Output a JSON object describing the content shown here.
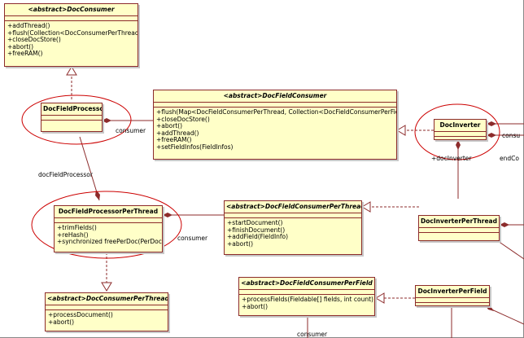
{
  "classes": {
    "doc_consumer": {
      "title": "<abstract>DocConsumer",
      "ops": [
        "+addThread()",
        "+flush(Collection<DocConsumerPerThread>)",
        "+closeDocStore()",
        "+abort()",
        "+freeRAM()"
      ]
    },
    "doc_field_consumer": {
      "title": "<abstract>DocFieldConsumer",
      "ops": [
        "+flush(Map<DocFieldConsumerPerThread, Collection<DocFieldConsumerPerField>>)",
        "+closeDocStore()",
        "+abort()",
        "+addThread()",
        "+freeRAM()",
        "+setFieldInfos(FieldInfos)"
      ]
    },
    "doc_field_processor": {
      "title": "DocFieldProcessor"
    },
    "doc_inverter": {
      "title": "DocInverter"
    },
    "doc_field_processor_per_thread": {
      "title": "DocFieldProcessorPerThread",
      "ops": [
        "+trimFields()",
        "+reHash()",
        "+synchronized freePerDoc(PerDoc)"
      ]
    },
    "doc_field_consumer_per_thread": {
      "title": "<abstract>DocFieldConsumerPerThread",
      "ops": [
        "+startDocument()",
        "+finishDocument()",
        "+addField(FieldInfo)",
        "+abort()"
      ]
    },
    "doc_inverter_per_thread": {
      "title": "DocInverterPerThread"
    },
    "doc_consumer_per_thread": {
      "title": "<abstract>DocConsumerPerThread",
      "ops": [
        "+processDocument()",
        "+abort()"
      ]
    },
    "doc_field_consumer_per_field": {
      "title": "<abstract>DocFieldConsumerPerField",
      "ops": [
        "+processFields(Fieldable[] fields, int count)",
        "+abort()"
      ]
    },
    "doc_inverter_per_field": {
      "title": "DocInverterPerField"
    }
  },
  "labels": {
    "consumer_1": "consumer",
    "doc_field_processor": "docFieldProcessor",
    "consumer_2": "consumer",
    "doc_inverter": "+docInverter",
    "end_co": "endCo",
    "consu": "consu",
    "consumer_bottom": "consumer"
  },
  "colors": {
    "class_fill": "#ffffc8",
    "class_border": "#8c2b2b",
    "line": "#8c2b2b",
    "highlight_ellipse": "#cc0000"
  }
}
